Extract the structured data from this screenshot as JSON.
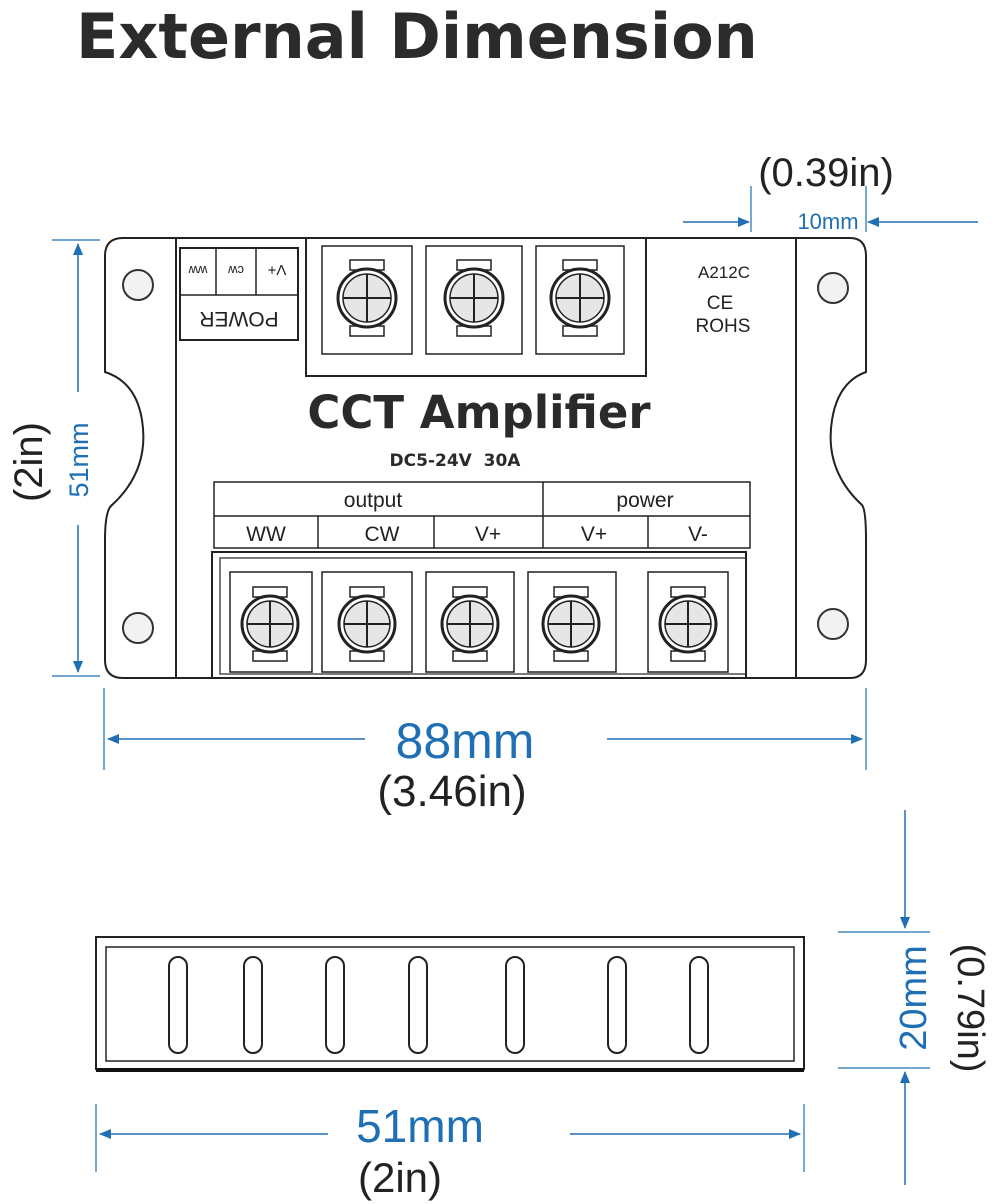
{
  "title": "External Dimension",
  "colors": {
    "dimension_blue": "#1f6fb4",
    "outline": "#222222",
    "terminal_fill": "#e6e6e6"
  },
  "device": {
    "power_label": "POWER",
    "power_terminals": [
      "V+",
      "cw",
      "ww"
    ],
    "model": "A212C",
    "cert_ce": "CE",
    "cert_rohs": "ROHS",
    "product_name": "CCT Amplifier",
    "spec": "DC5-24V  30A",
    "group_output": "output",
    "group_power": "power",
    "terminal_labels": [
      "WW",
      "CW",
      "V+",
      "V+",
      "V-"
    ]
  },
  "dimensions": {
    "top_mm": "10mm",
    "top_in": "(0.39in)",
    "left_mm": "51mm",
    "left_in": "(2in)",
    "bottom_mm": "88mm",
    "bottom_in": "(3.46in)",
    "side_height_mm": "20mm",
    "side_height_in": "(0.79in)",
    "side_width_mm": "51mm",
    "side_width_in": "(2in)"
  }
}
